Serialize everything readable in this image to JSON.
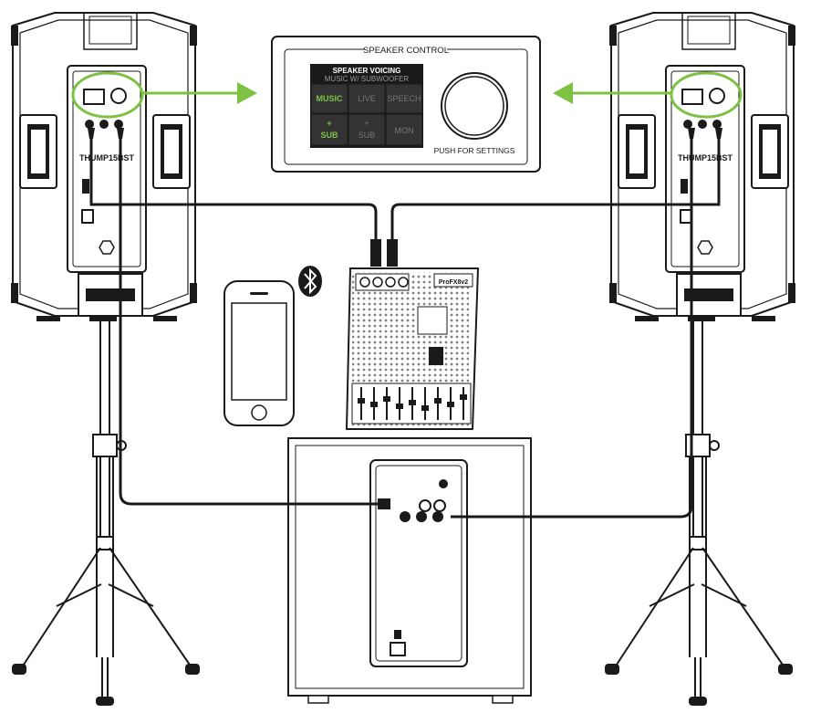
{
  "panel": {
    "title": "SPEAKER CONTROL",
    "screen_heading": "SPEAKER VOICING",
    "screen_subheading": "MUSIC W/ SUBWOOFER",
    "modes": [
      {
        "label": "MUSIC",
        "active": true
      },
      {
        "label": "LIVE",
        "active": false
      },
      {
        "label": "SPEECH",
        "active": false
      },
      {
        "label": "+\nSUB",
        "active": true
      },
      {
        "label": "+\nSUB",
        "active": false
      },
      {
        "label": "MON",
        "active": false
      }
    ],
    "knob_caption": "PUSH FOR SETTINGS"
  },
  "speaker_model": "THUMP15BST",
  "mixer_brand": "ProFX8v2",
  "colors": {
    "accent_green": "#7dc242",
    "screen_bg": "#1a1a1a",
    "line": "#1a1a1a"
  },
  "icons": {
    "bluetooth": "bluetooth-icon",
    "arrow_left_target": "arrow-right-icon",
    "arrow_right_target": "arrow-left-icon"
  }
}
